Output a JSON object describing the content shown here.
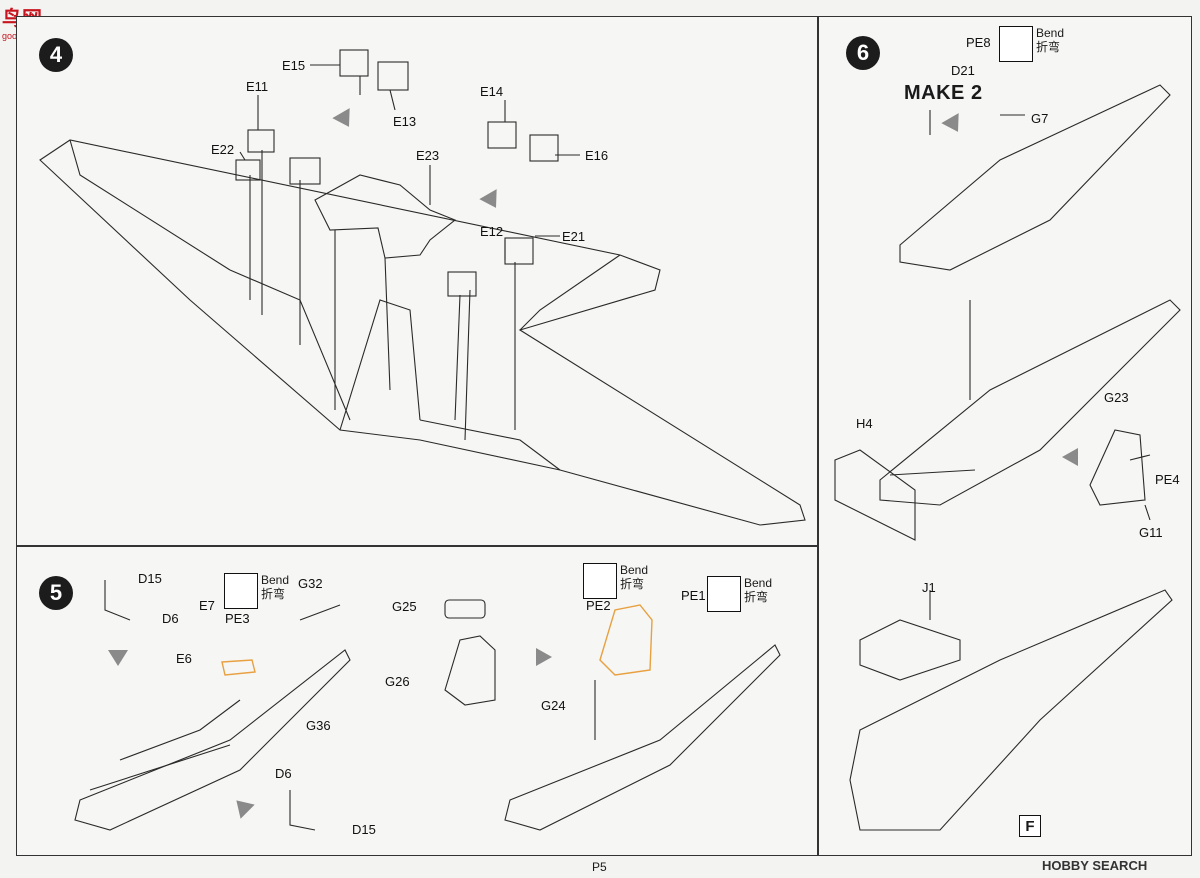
{
  "brand": {
    "left_logo": "鸟网",
    "left_url": "goo-shop.com",
    "right_logo": "HOBBY SEARCH",
    "accent": "#c8141e"
  },
  "page_number": "P5",
  "steps": {
    "step4": {
      "number": "4",
      "parts": [
        "E15",
        "E13",
        "E11",
        "E22",
        "E23",
        "E14",
        "E16",
        "E12",
        "E21"
      ]
    },
    "step5": {
      "number": "5",
      "parts": [
        "D15",
        "D6",
        "E7",
        "PE3",
        "G32",
        "E6",
        "G36",
        "D6",
        "D15",
        "G25",
        "G26",
        "G24",
        "PE2",
        "PE1"
      ],
      "bend_label_en": "Bend",
      "bend_label_cn": "折弯"
    },
    "step6": {
      "number": "6",
      "parts": [
        "PE8",
        "D21",
        "G7",
        "G23",
        "H4",
        "PE4",
        "G11",
        "J1"
      ],
      "make_label": "MAKE 2",
      "bend_label_en": "Bend",
      "bend_label_cn": "折弯",
      "sheet_letter": "F"
    }
  },
  "colors": {
    "line": "#2a2a2a",
    "etched_part": "#e8a040",
    "arrow_fill": "#8a8a8a"
  }
}
